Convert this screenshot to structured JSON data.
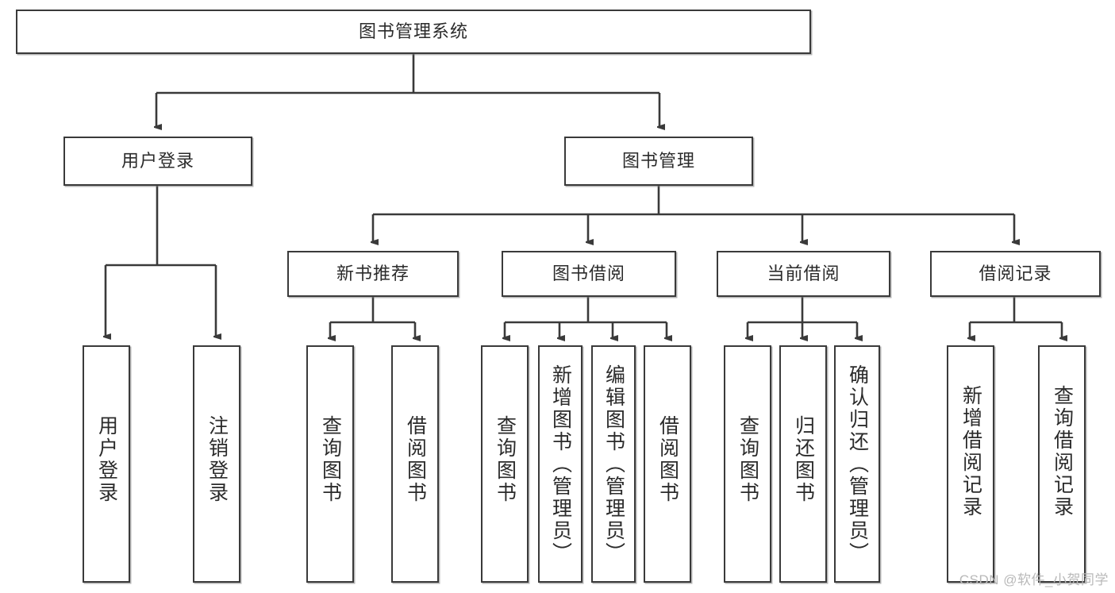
{
  "diagram": {
    "title": "图书管理系统",
    "type": "tree-hierarchy",
    "orientation": "top-down",
    "line_color": "#3a3a3a",
    "box_fill": "#ffffff",
    "text_color": "#2b2b2b",
    "watermark": "CSDN @软件_小贺同学"
  },
  "nodes": {
    "root": {
      "label": "图书管理系统"
    },
    "level1": [
      {
        "id": "user-login",
        "label": "用户登录"
      },
      {
        "id": "book-manage",
        "label": "图书管理"
      }
    ],
    "level2": [
      {
        "id": "new-book-rec",
        "label": "新书推荐",
        "parent": "book-manage"
      },
      {
        "id": "book-borrow",
        "label": "图书借阅",
        "parent": "book-manage"
      },
      {
        "id": "current-borrow",
        "label": "当前借阅",
        "parent": "book-manage"
      },
      {
        "id": "borrow-record",
        "label": "借阅记录",
        "parent": "book-manage"
      }
    ],
    "leaves": [
      {
        "id": "leaf-user-login",
        "label": "用户登录",
        "parent": "user-login"
      },
      {
        "id": "leaf-logout-login",
        "label": "注销登录",
        "parent": "user-login"
      },
      {
        "id": "leaf-query-book-1",
        "label": "查询图书",
        "parent": "new-book-rec"
      },
      {
        "id": "leaf-borrow-book-1",
        "label": "借阅图书",
        "parent": "new-book-rec"
      },
      {
        "id": "leaf-query-book-2",
        "label": "查询图书",
        "parent": "book-borrow"
      },
      {
        "id": "leaf-add-book",
        "label": "新增图书（管理员）",
        "parent": "book-borrow"
      },
      {
        "id": "leaf-edit-book",
        "label": "编辑图书（管理员）",
        "parent": "book-borrow"
      },
      {
        "id": "leaf-borrow-book-2",
        "label": "借阅图书",
        "parent": "book-borrow"
      },
      {
        "id": "leaf-query-book-3",
        "label": "查询图书",
        "parent": "current-borrow"
      },
      {
        "id": "leaf-return-book",
        "label": "归还图书",
        "parent": "current-borrow"
      },
      {
        "id": "leaf-confirm-return",
        "label": "确认归还（管理员）",
        "parent": "current-borrow"
      },
      {
        "id": "leaf-add-record",
        "label": "新增借阅记录",
        "parent": "borrow-record"
      },
      {
        "id": "leaf-query-record",
        "label": "查询借阅记录",
        "parent": "borrow-record"
      }
    ]
  }
}
